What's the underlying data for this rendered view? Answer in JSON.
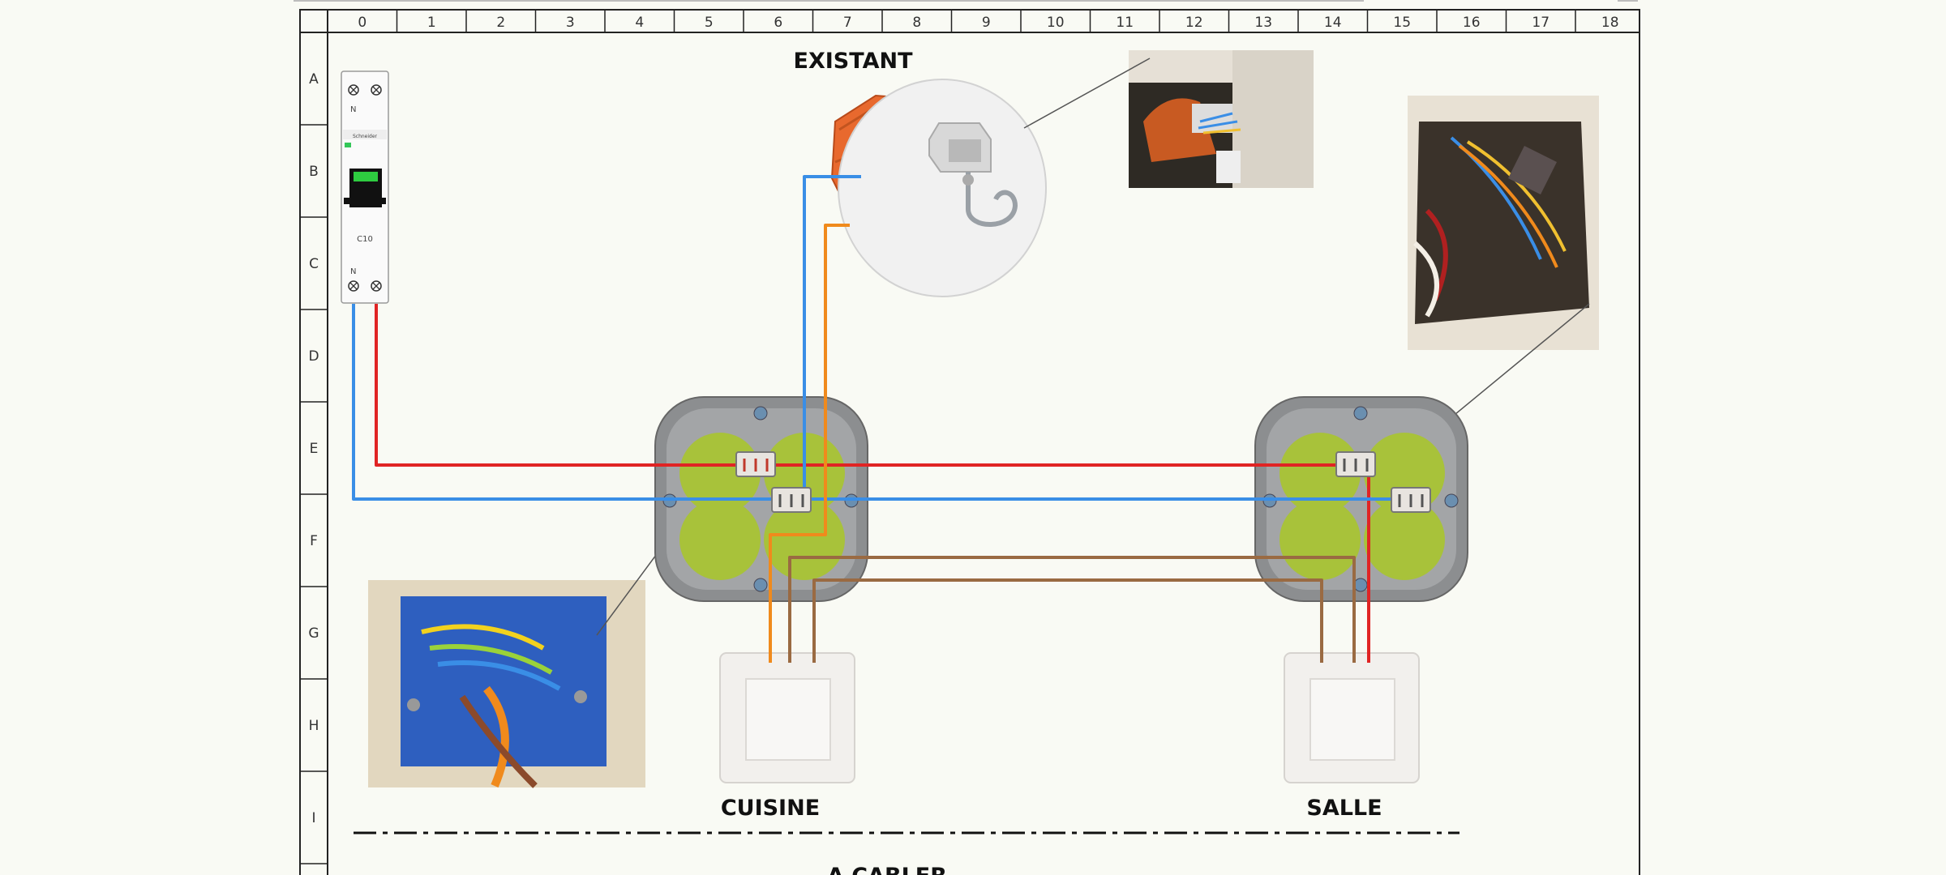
{
  "grid": {
    "columns": [
      "0",
      "1",
      "2",
      "3",
      "4",
      "5",
      "6",
      "7",
      "8",
      "9",
      "10",
      "11",
      "12",
      "13",
      "14",
      "15",
      "16",
      "17",
      "18"
    ],
    "rows": [
      "A",
      "B",
      "C",
      "D",
      "E",
      "F",
      "G",
      "H",
      "I"
    ]
  },
  "labels": {
    "existing": "EXISTANT",
    "kitchen": "CUISINE",
    "room": "SALLE",
    "to_wire": "A CABLER"
  },
  "breaker": {
    "top_label": "N",
    "brand": "Schneider",
    "rating": "C10",
    "bottom_label": "N"
  },
  "colors": {
    "phase": "#e02424",
    "neutral": "#3a8ee6",
    "return": "#f08a1c",
    "traveler": "#9a6a42",
    "box_shell": "#8c8e90",
    "box_inner": "#a8c23a",
    "ceiling_box": "#e8692e"
  }
}
